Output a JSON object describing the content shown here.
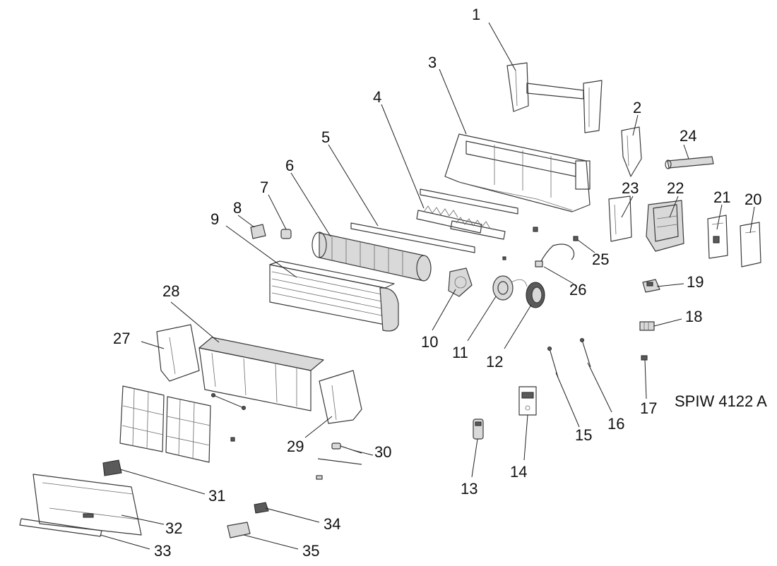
{
  "model_code": "SPIW 4122 A",
  "part_numbers": [
    "1",
    "2",
    "3",
    "4",
    "5",
    "6",
    "7",
    "8",
    "9",
    "10",
    "11",
    "12",
    "13",
    "14",
    "15",
    "16",
    "17",
    "18",
    "19",
    "20",
    "21",
    "22",
    "23",
    "24",
    "25",
    "26",
    "27",
    "28",
    "29",
    "30",
    "31",
    "32",
    "33",
    "34",
    "35"
  ]
}
